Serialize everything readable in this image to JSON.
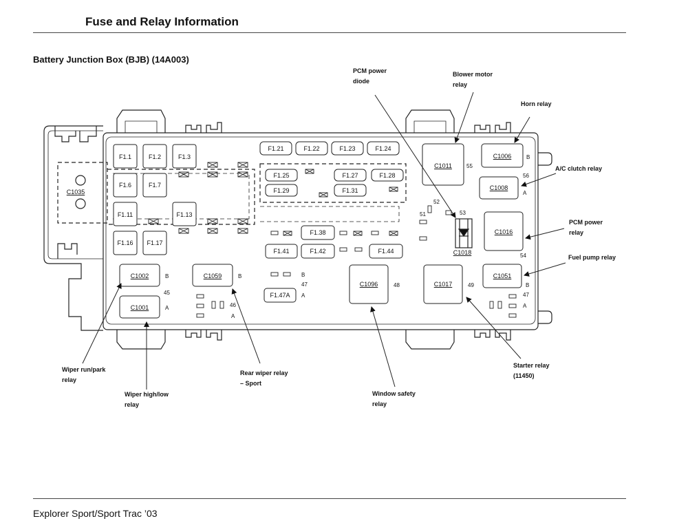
{
  "header": {
    "title": "Fuse and Relay Information"
  },
  "section": {
    "title": "Battery Junction Box (BJB) (14A003)"
  },
  "footer": {
    "text": "Explorer Sport/Sport Trac ’03"
  },
  "callouts": {
    "pcm_diode": [
      "PCM power",
      "diode"
    ],
    "blower": [
      "Blower motor",
      "relay"
    ],
    "horn": [
      "Horn relay"
    ],
    "ac_clutch": [
      "A/C clutch relay"
    ],
    "pcm_relay": [
      "PCM power",
      "relay"
    ],
    "fuel_pump": [
      "Fuel pump relay"
    ],
    "starter": [
      "Starter relay",
      "(11450)"
    ],
    "window": [
      "Window safety",
      "relay"
    ],
    "rear_wiper": [
      "Rear wiper relay",
      "– Sport"
    ],
    "wiper_high": [
      "Wiper high/low",
      "relay"
    ],
    "wiper_run": [
      "Wiper run/park",
      "relay"
    ]
  },
  "fuses": {
    "f1_1": "F1.1",
    "f1_2": "F1.2",
    "f1_3": "F1.3",
    "f1_6": "F1.6",
    "f1_7": "F1.7",
    "f1_11": "F1.11",
    "f1_13": "F1.13",
    "f1_16": "F1.16",
    "f1_17": "F1.17",
    "f1_21": "F1.21",
    "f1_22": "F1.22",
    "f1_23": "F1.23",
    "f1_24": "F1.24",
    "f1_25": "F1.25",
    "f1_27": "F1.27",
    "f1_28": "F1.28",
    "f1_29": "F1.29",
    "f1_31": "F1.31",
    "f1_38": "F1.38",
    "f1_41": "F1.41",
    "f1_42": "F1.42",
    "f1_44": "F1.44",
    "f1_47a": "F1.47A"
  },
  "connectors": {
    "c1035": "C1035",
    "c1011": "C1011",
    "c1006": "C1006",
    "c1008": "C1008",
    "c1016": "C1016",
    "c1018": "C1018",
    "c1051": "C1051",
    "c1017": "C1017",
    "c1096": "C1096",
    "c1002": "C1002",
    "c1001": "C1001",
    "c1059": "C1059"
  },
  "markers": {
    "m55": "55",
    "b_c1006": "B",
    "m56": "56",
    "a_c1008": "A",
    "m52": "52",
    "m53": "53",
    "m51": "51",
    "m54": "54",
    "b_c1051": "B",
    "m47_r": "47",
    "a_r": "A",
    "m49": "49",
    "m48": "48",
    "b_f47": "B",
    "m47_m": "47",
    "a_f47": "A",
    "b_c1002": "B",
    "m45": "45",
    "a_c1001": "A",
    "b_c1059": "B",
    "m46": "46",
    "a_46": "A"
  }
}
